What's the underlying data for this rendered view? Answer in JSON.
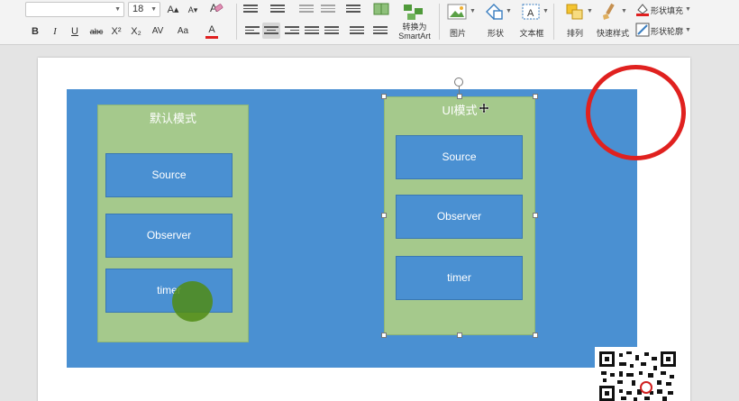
{
  "ribbon": {
    "font_name": "",
    "font_size": "18",
    "font_grow_label": "A▴",
    "font_shrink_label": "A▾",
    "text_format": {
      "bold": "B",
      "italic": "I",
      "underline": "U",
      "strikethrough": "abc",
      "superscript": "X²",
      "subscript": "X₂",
      "char_spacing": "AV",
      "change_case": "Aa",
      "font_color": "A"
    },
    "convert_smartart": {
      "line1": "转换为",
      "line2": "SmartArt"
    },
    "insert": {
      "picture": "图片",
      "shape": "形状",
      "textbox": "文本框",
      "arrange": "排列",
      "quick_styles": "快速样式",
      "shape_fill": "形状填充",
      "shape_outline": "形状轮廓"
    },
    "colors": {
      "font_color_bar": "#e02020",
      "shape_fill_bar": "#e02020"
    }
  },
  "slide": {
    "background_color": "#4a90d2",
    "panel_color": "#a5c98c",
    "left_panel": {
      "title": "默认模式",
      "items": [
        "Source",
        "Observer",
        "timer"
      ]
    },
    "right_panel": {
      "title": "UI模式",
      "items": [
        "Source",
        "Observer",
        "timer"
      ]
    }
  },
  "annotations": {
    "circle_color": "#e0211f"
  }
}
